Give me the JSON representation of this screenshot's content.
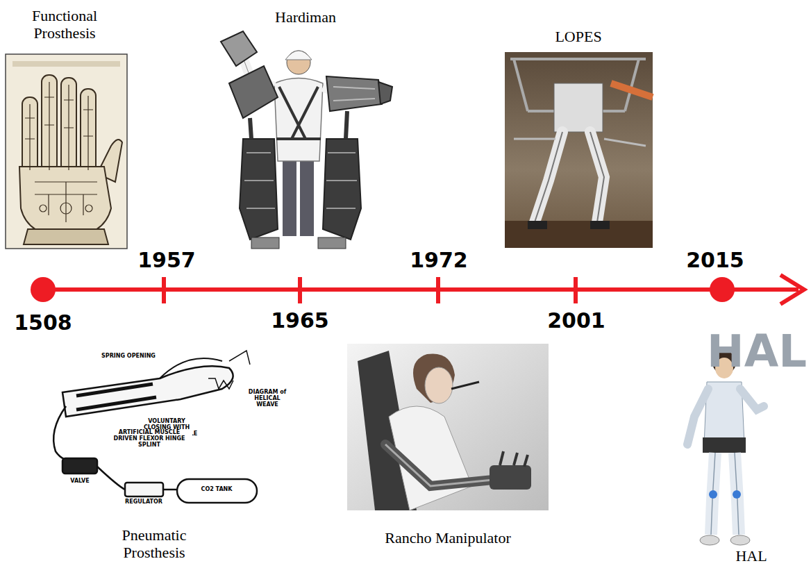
{
  "diagram": {
    "labels": [
      "Functional Prosthesis",
      "Hardiman",
      "LOPES",
      "1957",
      "1972",
      "2015",
      "1508",
      "1965",
      "2001",
      "SPRING OPENING",
      "VOLUNTARY CLOSING WITH ARTIFICIAL MUSCLE",
      "DIAGRAM of HELICAL WEAVE",
      "ARTIFICIAL MUSCLE DRIVEN FLEXOR HINGE SPLINT",
      "VALVE",
      "REGULATOR",
      "CO2 TANK",
      "HAL",
      "Pneumatic Prosthesis",
      "Rancho Manipulator",
      "HAL"
    ]
  }
}
